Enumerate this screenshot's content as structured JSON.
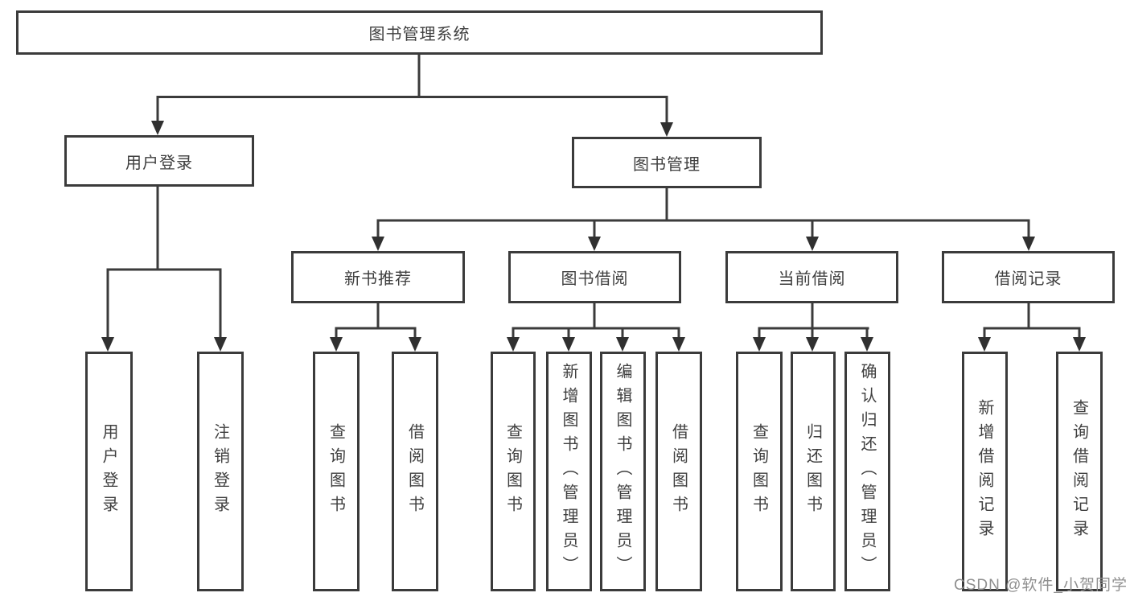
{
  "diagram_title": "图书管理系统",
  "watermark": "CSDN @软件_小贺同学",
  "colors": {
    "border": "#3b3b3b",
    "text": "#3f3f3f",
    "arrow": "#303030",
    "watermark": "#8f8f8f",
    "background": "#ffffff"
  },
  "nodes": [
    {
      "label": "图书管理系统"
    },
    {
      "label": "用户登录"
    },
    {
      "label": "图书管理"
    },
    {
      "label": "新书推荐"
    },
    {
      "label": "图书借阅"
    },
    {
      "label": "当前借阅"
    },
    {
      "label": "借阅记录"
    },
    {
      "label": "用户登录"
    },
    {
      "label": "注销登录"
    },
    {
      "label": "查询图书"
    },
    {
      "label": "借阅图书"
    },
    {
      "label": "查询图书"
    },
    {
      "label": "新增图书（管理员）"
    },
    {
      "label": "编辑图书（管理员）"
    },
    {
      "label": "借阅图书"
    },
    {
      "label": "查询图书"
    },
    {
      "label": "归还图书"
    },
    {
      "label": "确认归还（管理员）"
    },
    {
      "label": "新增借阅记录"
    },
    {
      "label": "查询借阅记录"
    }
  ],
  "hierarchy": {
    "图书管理系统": {
      "用户登录": [
        "用户登录",
        "注销登录"
      ],
      "图书管理": {
        "新书推荐": [
          "查询图书",
          "借阅图书"
        ],
        "图书借阅": [
          "查询图书",
          "新增图书（管理员）",
          "编辑图书（管理员）",
          "借阅图书"
        ],
        "当前借阅": [
          "查询图书",
          "归还图书",
          "确认归还（管理员）"
        ],
        "借阅记录": [
          "新增借阅记录",
          "查询借阅记录"
        ]
      }
    }
  }
}
